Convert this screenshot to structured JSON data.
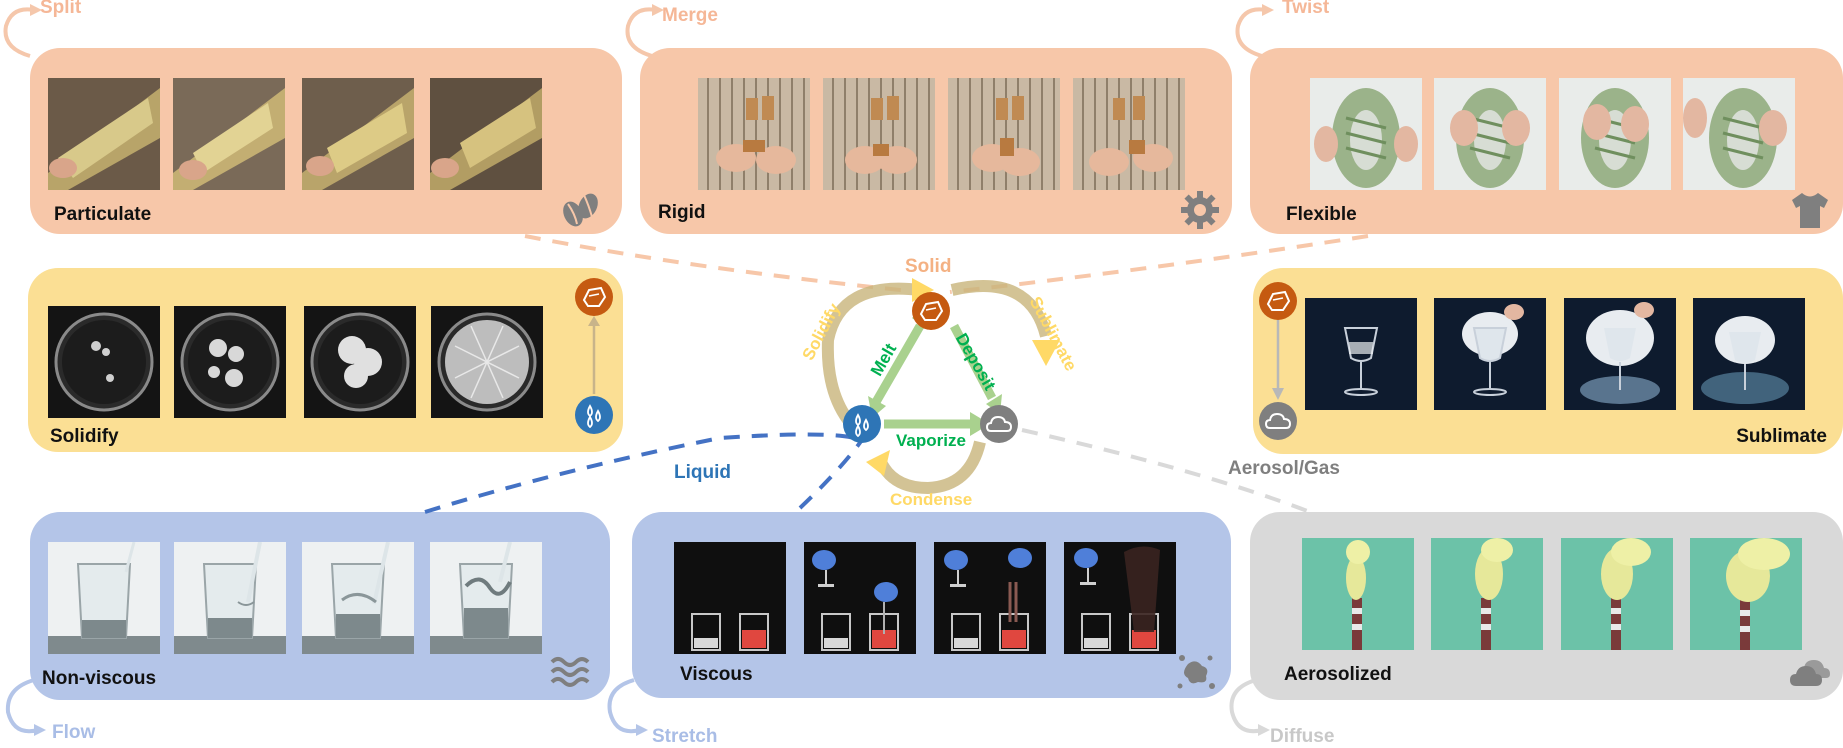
{
  "panels": {
    "particulate": {
      "label": "Particulate",
      "action": "Split"
    },
    "rigid": {
      "label": "Rigid",
      "action": "Merge"
    },
    "flexible": {
      "label": "Flexible",
      "action": "Twist"
    },
    "solidify": {
      "label": "Solidify"
    },
    "sublimate": {
      "label": "Sublimate"
    },
    "nonviscous": {
      "label": "Non-viscous",
      "action": "Flow"
    },
    "viscous": {
      "label": "Viscous",
      "action": "Stretch"
    },
    "aerosolized": {
      "label": "Aerosolized",
      "action": "Diffuse"
    }
  },
  "states": {
    "solid": "Solid",
    "liquid": "Liquid",
    "gas": "Aerosol/Gas"
  },
  "transitions": {
    "solidify": "Solidify",
    "sublimate": "Sublimate",
    "melt": "Melt",
    "deposit": "Deposit",
    "vaporize": "Vaporize",
    "condense": "Condense"
  },
  "icons": {
    "particulate": "coffee-beans-icon",
    "rigid": "gear-icon",
    "flexible": "tshirt-icon",
    "solid": "rock-icon",
    "liquid": "droplets-icon",
    "gas": "cloud-icon",
    "nonviscous": "waves-icon",
    "viscous": "splash-icon",
    "aerosolized": "clouds-icon"
  },
  "colors": {
    "solid_panel": "#f7c7a9",
    "transition_panel": "#fbdf94",
    "liquid_panel": "#b4c5e8",
    "gas_panel": "#d9d9d9",
    "solid_node": "#c55a11",
    "liquid_node": "#2e75b6",
    "gas_node": "#7f7f7f",
    "solid_text": "#f4b183",
    "liquid_text": "#2e75b6",
    "gas_text": "#7f7f7f",
    "green_text": "#00b050",
    "yellow_text": "#ffd966"
  }
}
